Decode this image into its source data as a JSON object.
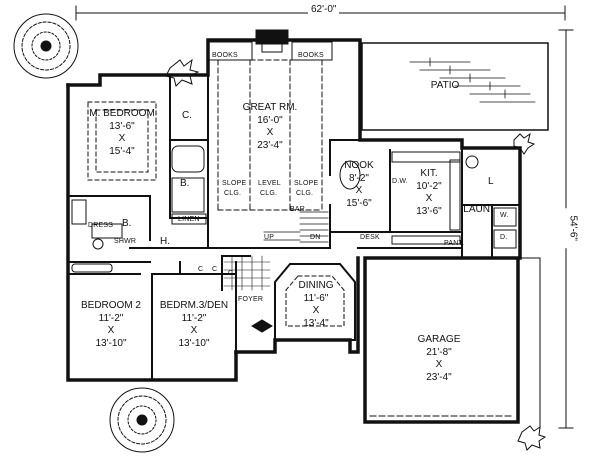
{
  "overall": {
    "width": "62'-0\"",
    "depth": "54'-6\""
  },
  "rooms": {
    "master_bedroom": {
      "name": "M. BEDROOM",
      "w": "13'-6\"",
      "x": "X",
      "d": "15'-4\""
    },
    "great_room": {
      "name": "GREAT RM.",
      "w": "16'-0\"",
      "x": "X",
      "d": "23'-4\""
    },
    "patio": {
      "name": "PATIO"
    },
    "nook": {
      "name": "NOOK",
      "w": "8'-2\"",
      "x": "X",
      "d": "15'-6\""
    },
    "kitchen": {
      "name": "KIT.",
      "w": "10'-2\"",
      "x": "X",
      "d": "13'-6\""
    },
    "laundry": {
      "name": "LAUN."
    },
    "dining": {
      "name": "DINING",
      "w": "11'-6\"",
      "x": "X",
      "d": "13'-4\""
    },
    "garage": {
      "name": "GARAGE",
      "w": "21'-8\"",
      "x": "X",
      "d": "23'-4\""
    },
    "bedroom2": {
      "name": "BEDROOM 2",
      "w": "11'-2\"",
      "x": "X",
      "d": "13'-10\""
    },
    "bedroom3": {
      "name": "BEDRM.3/DEN",
      "w": "11'-2\"",
      "x": "X",
      "d": "13'-10\""
    }
  },
  "small_labels": {
    "books_left": "BOOKS",
    "books_right": "BOOKS",
    "closet_master": "C.",
    "bath_master": "B.",
    "linen": "LINEN",
    "bath_hall": "B.",
    "dress": "DRESS",
    "shower": "SHWR",
    "hall": "H.",
    "closet_b2": "C",
    "closet_b3": "C",
    "closet_foyer": "C",
    "foyer": "FOYER",
    "slope_left": "SLOPE",
    "level": "LEVEL",
    "slope_right": "SLOPE",
    "clg_1": "CLG.",
    "clg_2": "CLG.",
    "clg_3": "CLG.",
    "bar": "BAR",
    "up": "UP",
    "dn": "DN",
    "desk": "DESK",
    "pantry": "PANT.",
    "dw": "D.W.",
    "laundry_l": "L",
    "washer": "W.",
    "dryer": "D."
  }
}
